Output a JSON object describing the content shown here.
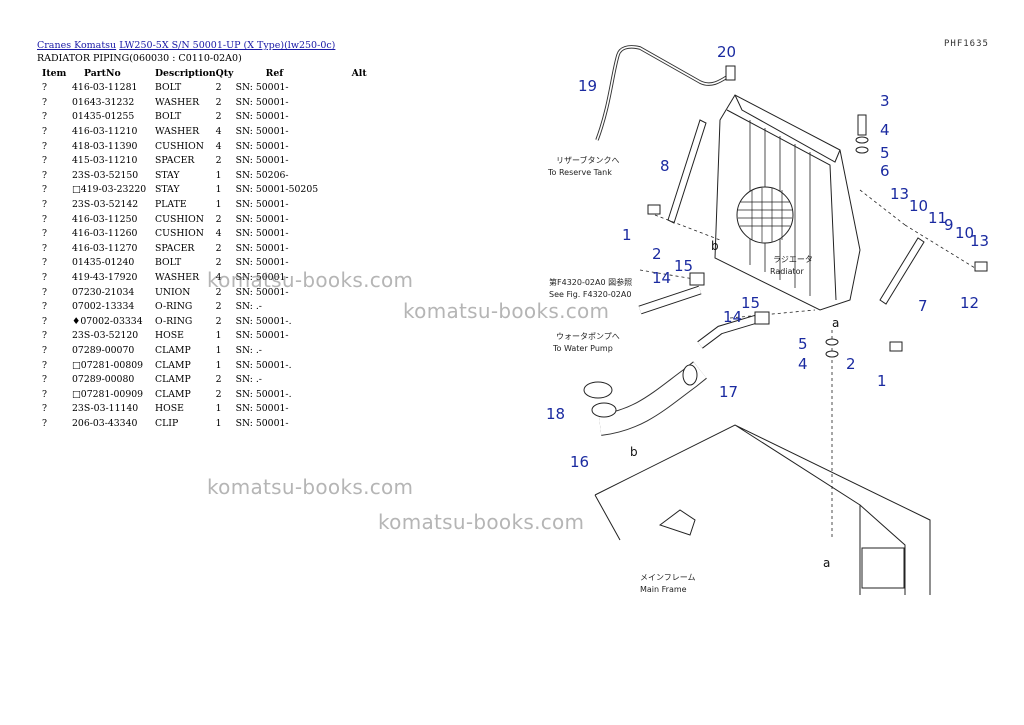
{
  "breadcrumb": {
    "links": [
      "Cranes Komatsu",
      "LW250-5X S/N 50001-UP (X Type)(lw250-0c)"
    ]
  },
  "subtitle": "RADIATOR PIPING(060030 : C0110-02A0)",
  "table": {
    "headers": [
      "Item",
      "PartNo",
      "Description",
      "Qty",
      "Ref",
      "Alt"
    ],
    "rows": [
      [
        "?",
        "416-03-11281",
        "BOLT",
        "2",
        "SN: 50001-",
        ""
      ],
      [
        "?",
        "01643-31232",
        "WASHER",
        "2",
        "SN: 50001-",
        ""
      ],
      [
        "?",
        "01435-01255",
        "BOLT",
        "2",
        "SN: 50001-",
        ""
      ],
      [
        "?",
        "416-03-11210",
        "WASHER",
        "4",
        "SN: 50001-",
        ""
      ],
      [
        "?",
        "418-03-11390",
        "CUSHION",
        "4",
        "SN: 50001-",
        ""
      ],
      [
        "?",
        "415-03-11210",
        "SPACER",
        "2",
        "SN: 50001-",
        ""
      ],
      [
        "?",
        "23S-03-52150",
        "STAY",
        "1",
        "SN: 50206-",
        ""
      ],
      [
        "?",
        "□419-03-23220",
        "STAY",
        "1",
        "SN: 50001-50205",
        ""
      ],
      [
        "?",
        "23S-03-52142",
        "PLATE",
        "1",
        "SN: 50001-",
        ""
      ],
      [
        "?",
        "416-03-11250",
        "CUSHION",
        "2",
        "SN: 50001-",
        ""
      ],
      [
        "?",
        "416-03-11260",
        "CUSHION",
        "4",
        "SN: 50001-",
        ""
      ],
      [
        "?",
        "416-03-11270",
        "SPACER",
        "2",
        "SN: 50001-",
        ""
      ],
      [
        "?",
        "01435-01240",
        "BOLT",
        "2",
        "SN: 50001-",
        ""
      ],
      [
        "?",
        "419-43-17920",
        "WASHER",
        "4",
        "SN: 50001-",
        ""
      ],
      [
        "?",
        "07230-21034",
        "UNION",
        "2",
        "SN: 50001-",
        ""
      ],
      [
        "?",
        "07002-13334",
        "O-RING",
        "2",
        "SN: .-",
        ""
      ],
      [
        "?",
        "♦07002-03334",
        "O-RING",
        "2",
        "SN: 50001-.",
        ""
      ],
      [
        "?",
        "23S-03-52120",
        "HOSE",
        "1",
        "SN: 50001-",
        ""
      ],
      [
        "?",
        "07289-00070",
        "CLAMP",
        "1",
        "SN: .-",
        ""
      ],
      [
        "?",
        "□07281-00809",
        "CLAMP",
        "1",
        "SN: 50001-.",
        ""
      ],
      [
        "?",
        "07289-00080",
        "CLAMP",
        "2",
        "SN: .-",
        ""
      ],
      [
        "?",
        "□07281-00909",
        "CLAMP",
        "2",
        "SN: 50001-.",
        ""
      ],
      [
        "?",
        "23S-03-11140",
        "HOSE",
        "1",
        "SN: 50001-",
        ""
      ],
      [
        "?",
        "206-03-43340",
        "CLIP",
        "1",
        "SN: 50001-",
        ""
      ]
    ]
  },
  "watermarks": [
    "komatsu-books.com",
    "komatsu-books.com",
    "komatsu-books.com",
    "komatsu-books.com"
  ],
  "diagram": {
    "page_id": "PHF1635",
    "callouts": [
      "20",
      "19",
      "3",
      "4",
      "5",
      "6",
      "8",
      "13",
      "10",
      "11",
      "9",
      "10",
      "13",
      "12",
      "1",
      "2",
      "14",
      "15",
      "7",
      "15",
      "14",
      "5",
      "4",
      "2",
      "1",
      "18",
      "17",
      "16",
      "a",
      "b",
      "b",
      "a"
    ],
    "labels": {
      "reserve_jp": "リザーブタンクへ",
      "reserve_en": "To Reserve Tank",
      "radiator_jp": "ラジエータ",
      "radiator_en": "Radiator",
      "seefig_jp": "第F4320-02A0 図参照",
      "seefig_en": "See Fig. F4320-02A0",
      "waterpump_jp": "ウォータポンプへ",
      "waterpump_en": "To Water Pump",
      "mainframe_jp": "メインフレーム",
      "mainframe_en": "Main Frame"
    }
  }
}
